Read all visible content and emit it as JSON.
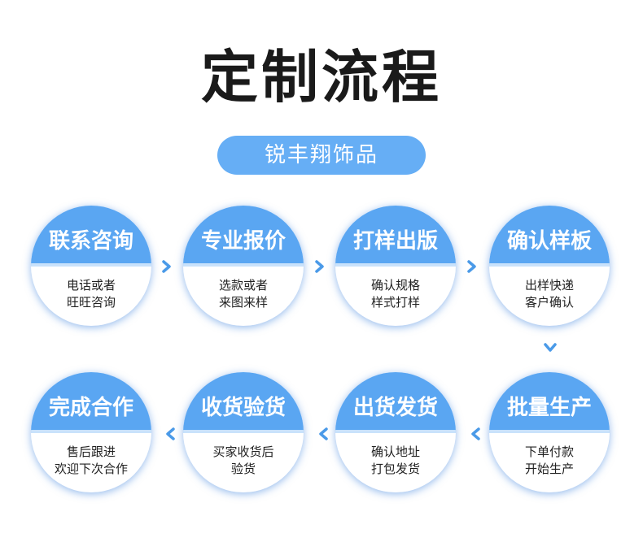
{
  "title": "定制流程",
  "brand": "锐丰翔饰品",
  "steps": [
    {
      "head": "联系咨询",
      "line1": "电话或者",
      "line2": "旺旺咨询"
    },
    {
      "head": "专业报价",
      "line1": "选款或者",
      "line2": "来图来样"
    },
    {
      "head": "打样出版",
      "line1": "确认规格",
      "line2": "样式打样"
    },
    {
      "head": "确认样板",
      "line1": "出样快递",
      "line2": "客户确认"
    },
    {
      "head": "完成合作",
      "line1": "售后跟进",
      "line2": "欢迎下次合作"
    },
    {
      "head": "收货验货",
      "line1": "买家收货后",
      "line2": "验货"
    },
    {
      "head": "出货发货",
      "line1": "确认地址",
      "line2": "打包发货"
    },
    {
      "head": "批量生产",
      "line1": "下单付款",
      "line2": "开始生产"
    }
  ],
  "colors": {
    "accent": "#5aa6f2",
    "pill": "#66aef5",
    "arrow": "#4a9ae8"
  },
  "icons": {
    "right": "chevron-right-icon",
    "down": "chevron-down-icon",
    "left": "chevron-left-icon"
  }
}
